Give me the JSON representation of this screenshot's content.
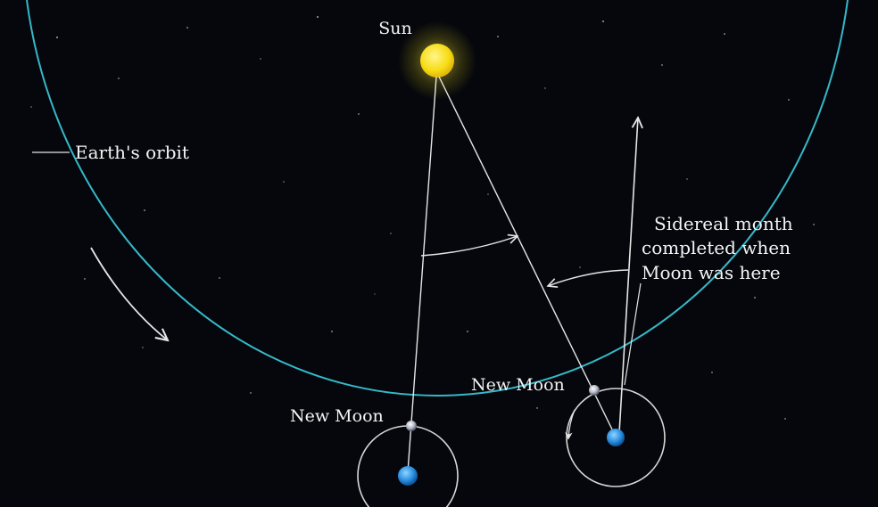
{
  "labels": {
    "sun": "Sun",
    "earth_orbit": "Earth's orbit",
    "new_moon_left": "New Moon",
    "new_moon_right": "New Moon",
    "sidereal_line1": "Sidereal month",
    "sidereal_line2": "completed when",
    "sidereal_line3": "Moon was here"
  },
  "colors": {
    "background": "#05070c",
    "orbit": "#36b8c8",
    "sun": "#f7e21a",
    "earth": "#2b8fe0",
    "moon": "#b9bcc9",
    "lines": "#e6e6e6"
  }
}
